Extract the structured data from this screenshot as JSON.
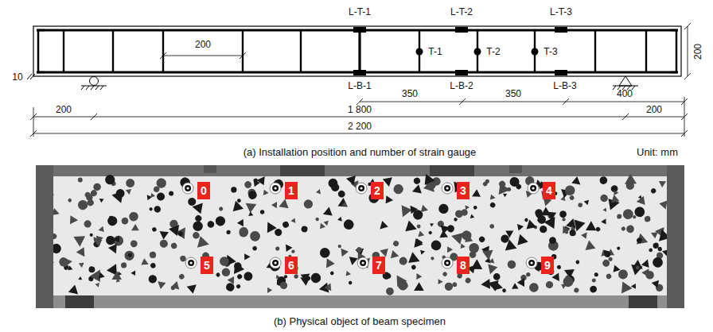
{
  "diagram": {
    "nodes": [
      {
        "text": [
          "0"
        ]
      },
      {
        "text": [
          "1"
        ]
      },
      {
        "text": [
          "2"
        ]
      },
      {
        "text": [
          "3"
        ]
      },
      {
        "text": [
          "4"
        ]
      },
      {
        "text": [
          "5"
        ]
      },
      {
        "text": [
          "6"
        ]
      },
      {
        "text": [
          "7"
        ]
      },
      {
        "text": [
          "8"
        ]
      },
      {
        "text": [
          "9"
        ]
      }
    ],
    "labels": [
      "L-T-1",
      "L-T-2",
      "L-T-3",
      "200",
      "T-1",
      "T-2",
      "T-3",
      "200",
      "10",
      "L-B-1",
      "L-B-2",
      "L-B-3",
      "350",
      "350",
      "400",
      "200",
      "1 800",
      "200",
      "2 200",
      "(a) Installation position and number of strain gauge",
      "Unit: mm",
      "(b) Physical object of beam specimen"
    ]
  }
}
